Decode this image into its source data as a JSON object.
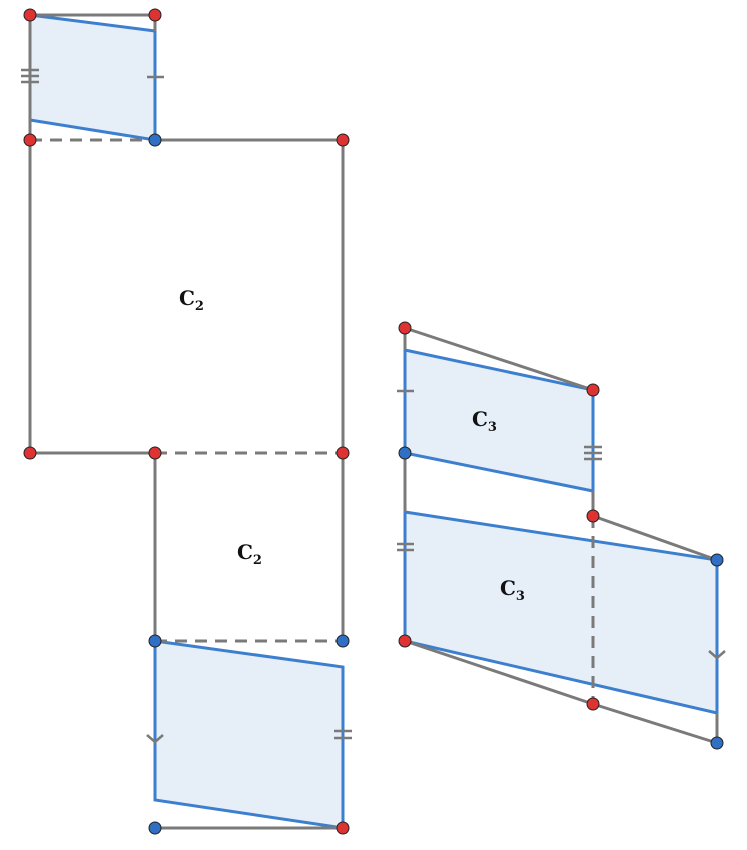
{
  "colors": {
    "edge": "#7a7a7a",
    "face_fill": "#e6eef8",
    "face_stroke": "#3d7fcf",
    "point_red": "#dd3333",
    "point_blue": "#2f6fc4",
    "point_outline": "#222222"
  },
  "labels": {
    "net_left_top": {
      "main": "C",
      "sub": "2"
    },
    "net_left_bottom": {
      "main": "C",
      "sub": "2"
    },
    "net_right_top": {
      "main": "C",
      "sub": "3"
    },
    "net_right_bottom": {
      "main": "C",
      "sub": "3"
    }
  }
}
